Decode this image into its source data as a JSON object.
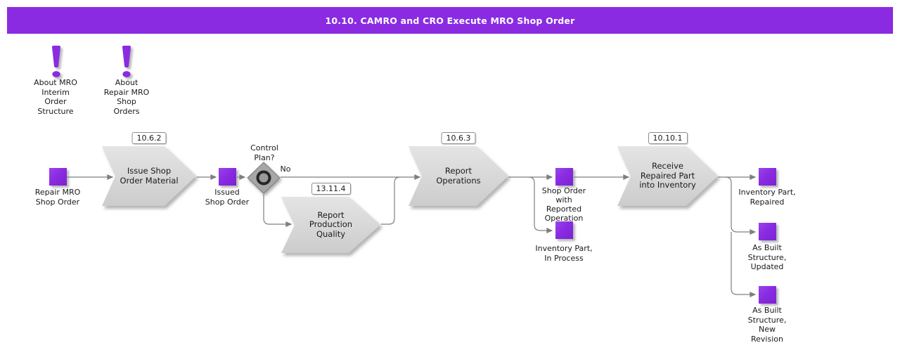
{
  "header": {
    "title": "10.10. CAMRO and CRO Execute MRO Shop Order"
  },
  "colors": {
    "accent_purple": "#8a2be2",
    "process_fill_gray": "#d7d7d7",
    "connector_gray": "#7f7f7f"
  },
  "notes": [
    {
      "icon": "exclamation-icon",
      "label": "About MRO\nInterim\nOrder\nStructure"
    },
    {
      "icon": "exclamation-icon",
      "label": "About\nRepair MRO\nShop\nOrders"
    }
  ],
  "decision": {
    "question": "Control\nPlan?",
    "no_label": "No"
  },
  "processes": [
    {
      "tag": "10.6.2",
      "label": "Issue Shop\nOrder Material"
    },
    {
      "tag": "13.11.4",
      "label": "Report\nProduction\nQuality"
    },
    {
      "tag": "10.6.3",
      "label": "Report\nOperations"
    },
    {
      "tag": "10.10.1",
      "label": "Receive\nRepaired Part\ninto Inventory"
    }
  ],
  "artifacts": [
    {
      "label": "Repair MRO\nShop Order"
    },
    {
      "label": "Issued\nShop Order"
    },
    {
      "label": "Shop Order\nwith\nReported\nOperation"
    },
    {
      "label": "Inventory Part,\nIn Process"
    },
    {
      "label": "Inventory Part,\nRepaired"
    },
    {
      "label": "As Built\nStructure,\nUpdated"
    },
    {
      "label": "As Built\nStructure,\nNew\nRevision"
    }
  ]
}
